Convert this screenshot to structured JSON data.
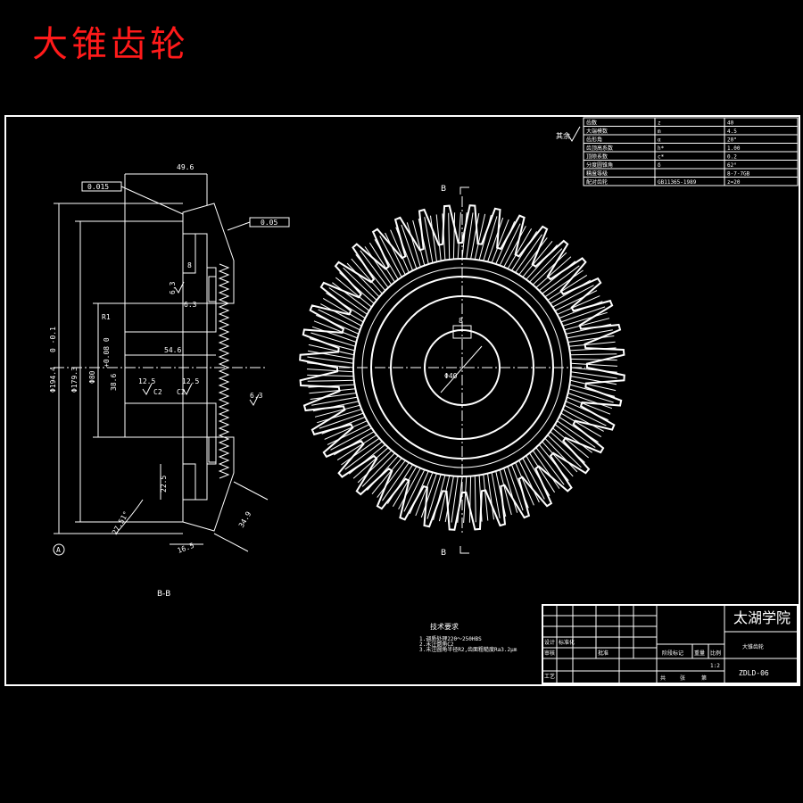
{
  "title": "大锥齿轮",
  "section_view": {
    "label": "B-B",
    "dims": {
      "width_top": "49.6",
      "tol_a": "0.015",
      "tol_b": "0.05",
      "ref_a": "A",
      "dia_outer": "Φ194.4",
      "dia_outer_tol": "0 -0.1",
      "dia_pitch": "Φ179.3",
      "dia_hub": "Φ80",
      "dia_bore": "38.6",
      "dia_bore_tol": "+0.08 0",
      "length_54": "54.6",
      "radius": "R1",
      "rough_12": "12.5",
      "rough_6": "6.3",
      "c2": "C2",
      "angle": "27.51°",
      "d_22": "22.5",
      "d_16": "16.5",
      "d_34": "34.9",
      "d_8": "8",
      "d_6": "6.3"
    }
  },
  "front_view": {
    "label_top": "B",
    "label_bottom": "B",
    "bore_label": "Φ40",
    "key_label": "8"
  },
  "rough_symbol": "其余",
  "param_table": {
    "rows": [
      [
        "齿数",
        "z",
        "40"
      ],
      [
        "大端模数",
        "m",
        "4.5"
      ],
      [
        "齿形角",
        "α",
        "20°"
      ],
      [
        "齿顶高系数",
        "h*",
        "1.00"
      ],
      [
        "顶隙系数",
        "c*",
        "0.2"
      ],
      [
        "分度圆锥角",
        "δ",
        "62°"
      ],
      [
        "精度等级",
        "",
        "8-7-7GB"
      ],
      [
        "配对齿轮",
        "GB11365-1989",
        "z=20"
      ]
    ]
  },
  "tech_req": {
    "title": "技术要求",
    "lines": [
      "1.调质处理220～250HBS",
      "2.未注倒角C2",
      "3.未注圆角半径R2,齿面粗糙度Ra3.2μm"
    ]
  },
  "title_block": {
    "school": "太湖学院",
    "part_name": "大锥齿轮",
    "drawing_no": "ZDLD-06",
    "scale": "1:2",
    "labels": {
      "design": "设计",
      "review": "审核",
      "process": "工艺",
      "standard": "标准化",
      "approve": "批准",
      "stage": "阶段标记",
      "weight": "重量",
      "ratio": "比例",
      "total": "共",
      "sheet": "张",
      "page": "第"
    }
  }
}
